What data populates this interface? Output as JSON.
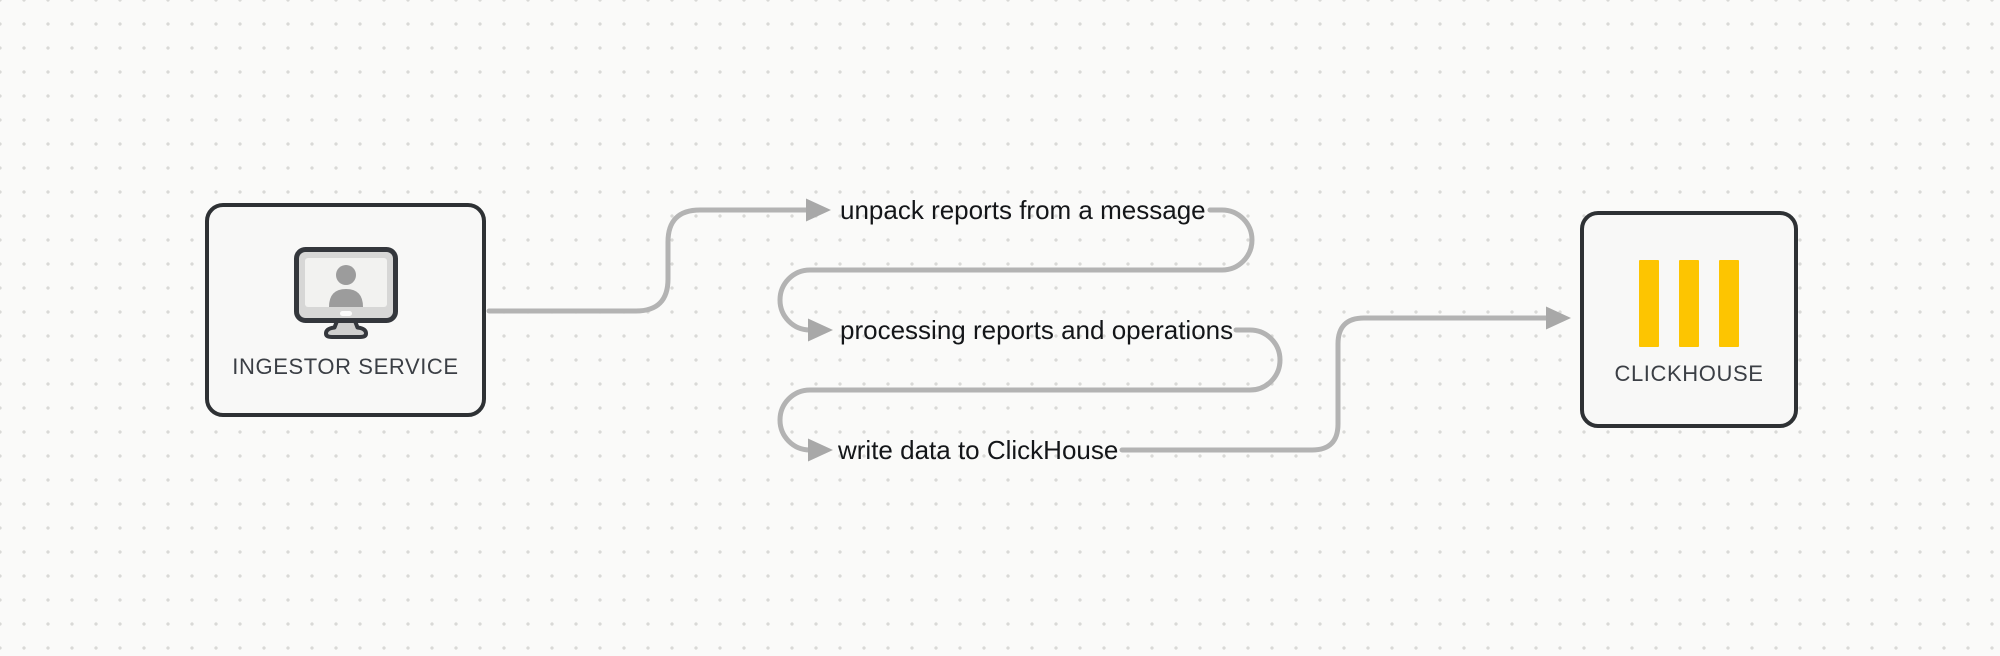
{
  "diagram": {
    "nodes": {
      "ingestor": {
        "label": "INGESTOR SERVICE",
        "icon": "monitor-user-icon"
      },
      "clickhouse": {
        "label": "CLICKHOUSE",
        "icon": "clickhouse-bars-icon"
      }
    },
    "steps": {
      "step1": {
        "label": "unpack reports from a message"
      },
      "step2": {
        "label": "processing reports and operations"
      },
      "step3": {
        "label": "write data to ClickHouse"
      }
    },
    "colors": {
      "background": "#fafaf9",
      "grid_dot": "#d9d9d7",
      "node_border": "#2e3134",
      "node_fill": "#f8f8f7",
      "connector": "#b3b3b3",
      "arrowhead": "#a8a8a8",
      "clickhouse_yellow": "#fdc501",
      "edge_text": "#141619",
      "node_text": "#3b3f45",
      "monitor_bezel": "#d7d7d6",
      "monitor_screen": "#f2f2f0",
      "person_silhouette": "#9c9c9c"
    }
  }
}
